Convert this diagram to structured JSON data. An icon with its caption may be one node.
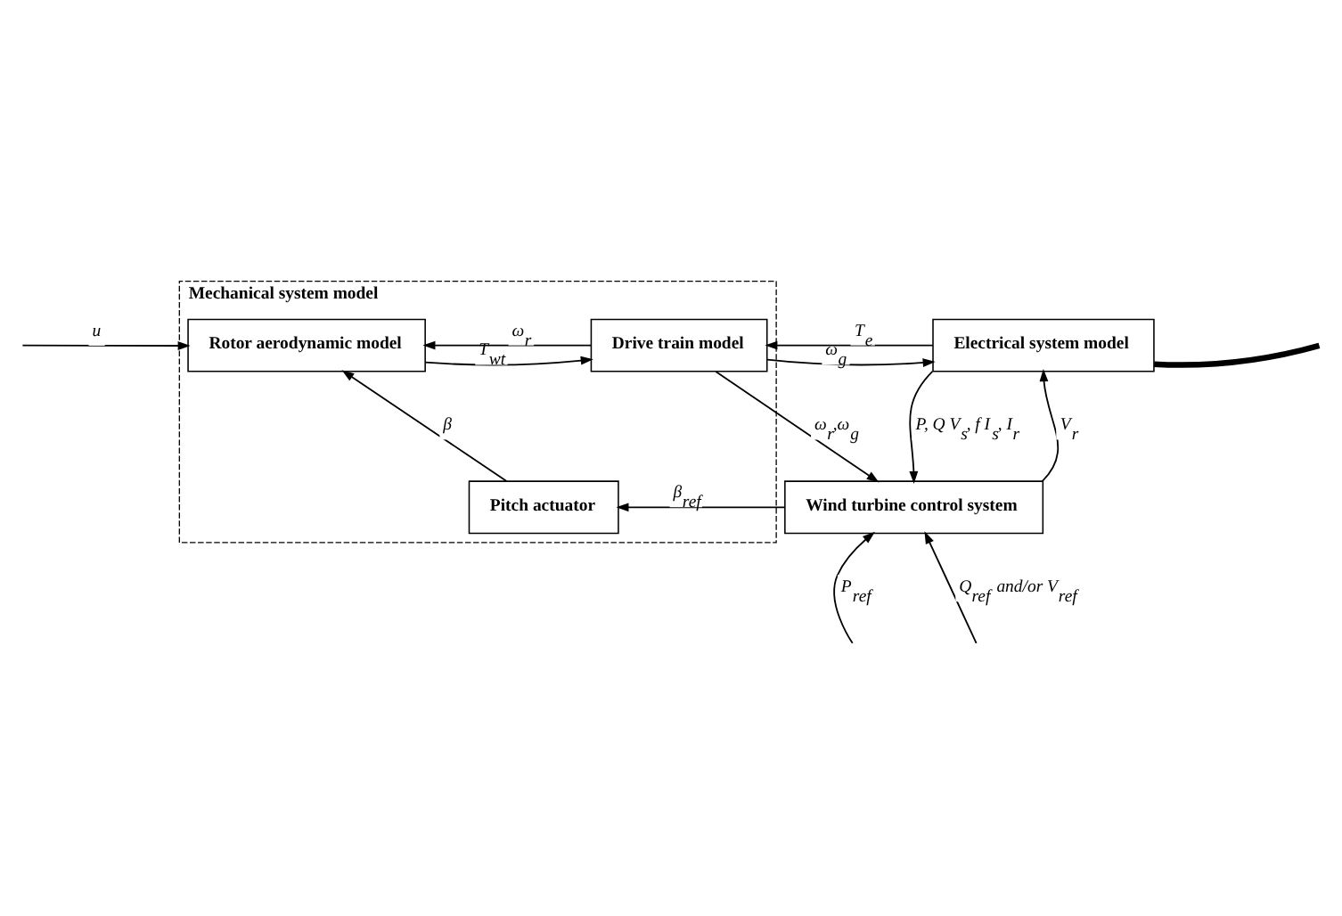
{
  "diagram": {
    "nodes": [
      {
        "text": [
          "Mechanical system model"
        ]
      },
      {
        "text": [
          "Rotor aerodynamic model"
        ],
        "in": 0
      },
      {
        "text": [
          "Drive train model"
        ],
        "in": 0
      },
      {
        "text": [
          "Pitch actuator"
        ],
        "in": 0
      },
      {
        "text": [
          "Electrical system model"
        ]
      },
      {
        "text": [
          "Wind turbine control system"
        ]
      }
    ],
    "edges": [
      {
        "from": null,
        "to": 1,
        "arrow": "to",
        "label": "u"
      },
      {
        "from": 1,
        "to": 2,
        "arrow": "to",
        "label": "T$_{wt}$"
      },
      {
        "from": 2,
        "to": 1,
        "arrow": "to",
        "label": "ω$_{r}$"
      },
      {
        "from": 2,
        "to": 4,
        "arrow": "to",
        "label": "ω$_{g}$"
      },
      {
        "from": 4,
        "to": 2,
        "arrow": "to",
        "label": "T$_{e}$"
      },
      {
        "from": 4,
        "to": null,
        "arrow": "none",
        "style": "thick"
      },
      {
        "from": 2,
        "to": 5,
        "arrow": "to",
        "label": "ω$_{r}$,ω$_{g}$"
      },
      {
        "from": 4,
        "to": 5,
        "arrow": "to",
        "label": "P, Q V$_{s}$, f I$_{s}$, I$_{r}$"
      },
      {
        "from": 5,
        "to": 4,
        "arrow": "to",
        "label": "V$_{r}$"
      },
      {
        "from": 5,
        "to": 3,
        "arrow": "to",
        "label": "β$_{ref}$"
      },
      {
        "from": 3,
        "to": 1,
        "arrow": "to",
        "label": "β"
      },
      {
        "from": null,
        "to": 5,
        "arrow": "to",
        "label": "P$_{ref}$"
      },
      {
        "from": null,
        "to": 5,
        "arrow": "to",
        "label": "Q$_{ref}$ and/or V$_{ref}$"
      }
    ]
  }
}
